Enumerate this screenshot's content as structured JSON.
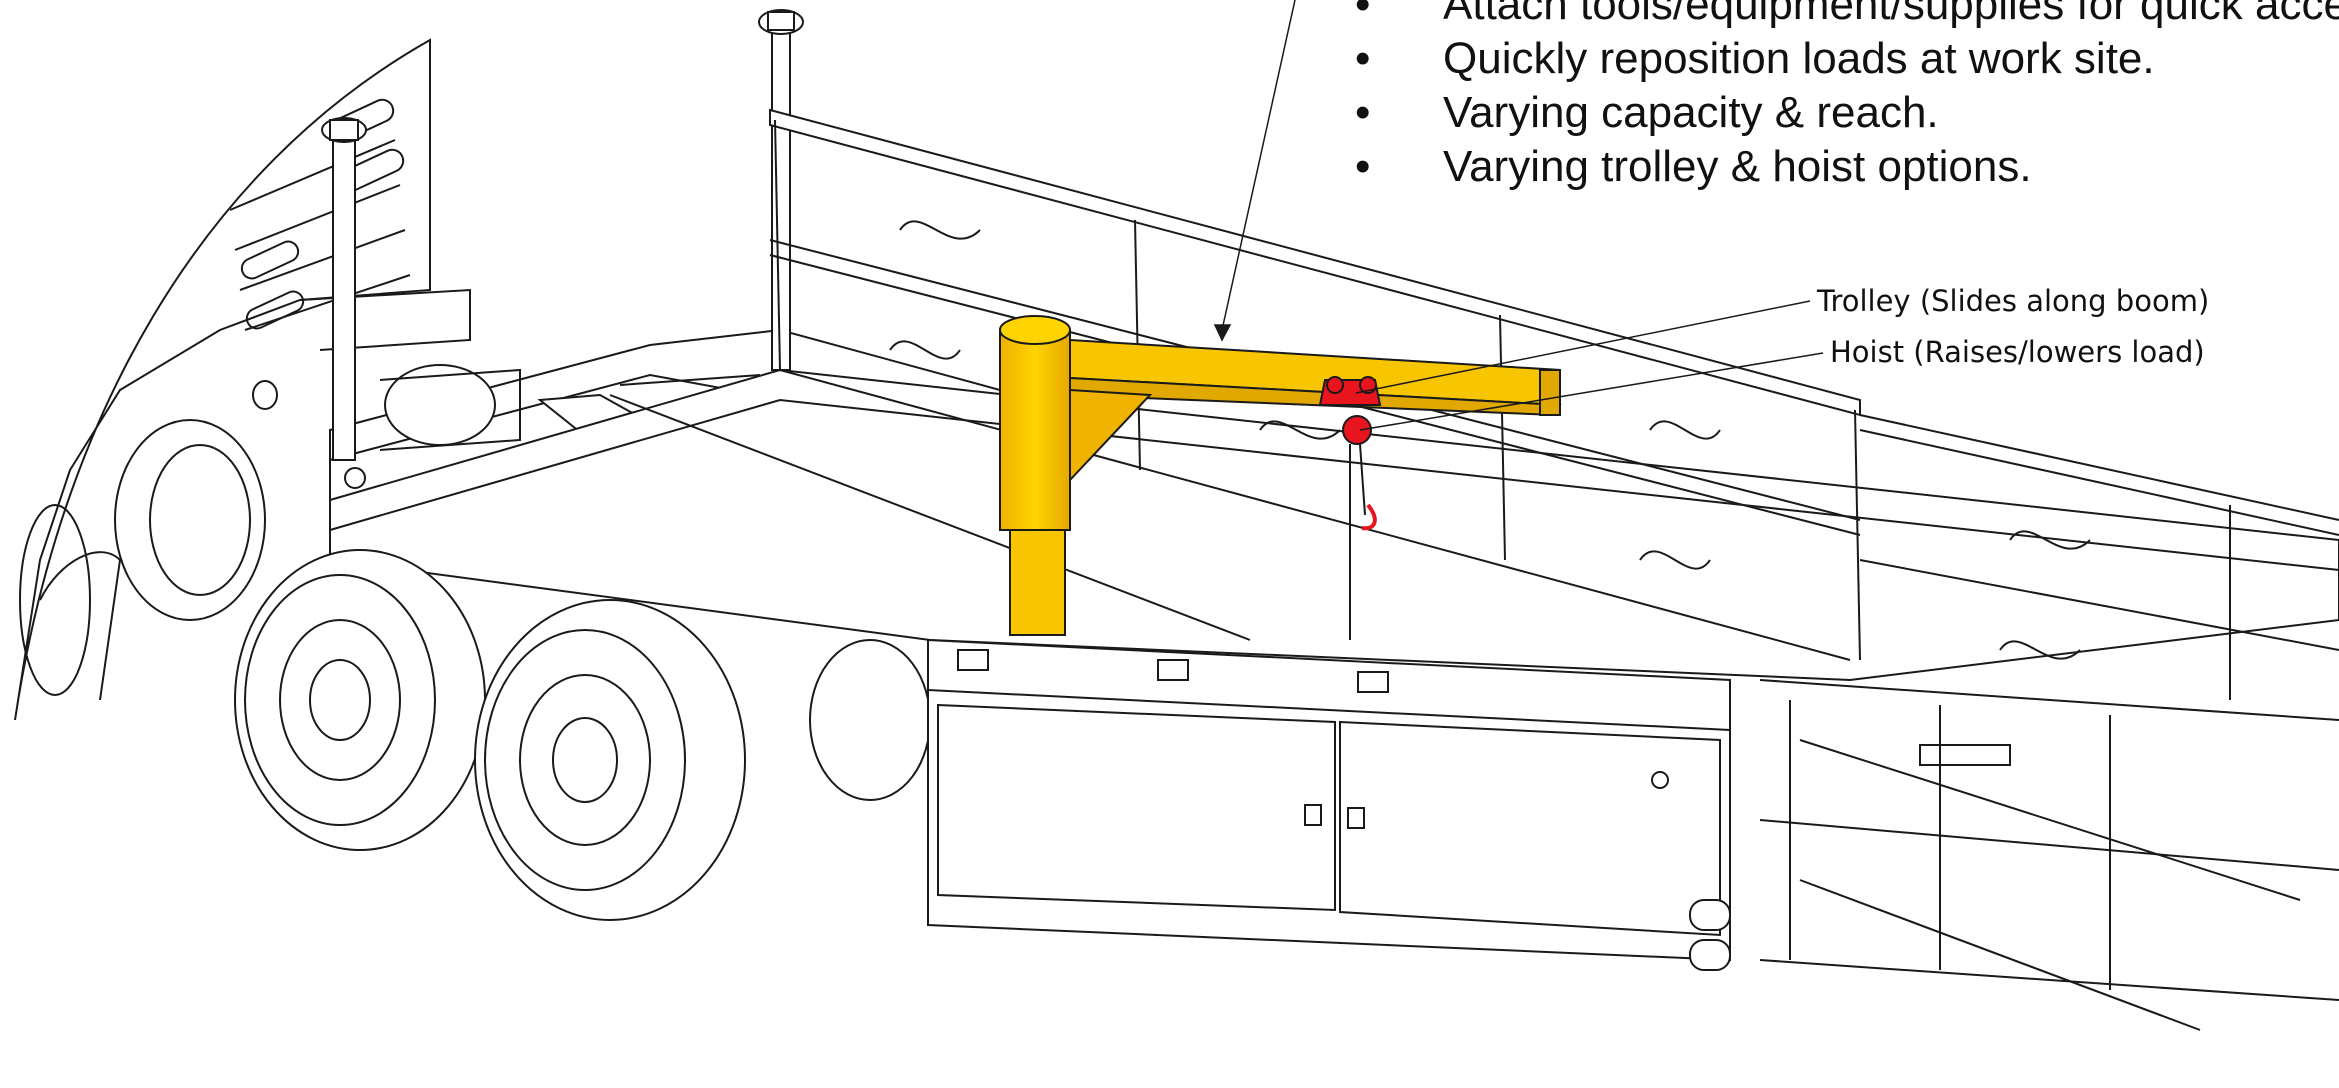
{
  "bullets": [
    "Attach tools/equipment/supplies for quick access.",
    "Quickly reposition loads at work site.",
    "Varying capacity & reach.",
    "Varying trolley & hoist options."
  ],
  "bullet_glyph": "•",
  "callouts": {
    "trolley": "Trolley (Slides along boom)",
    "hoist": "Hoist (Raises/lowers load)"
  },
  "colors": {
    "line": "#1a1a1a",
    "crane_yellow": "#f7c600",
    "crane_shade": "#e0a800",
    "hoist_red": "#e8141e"
  }
}
